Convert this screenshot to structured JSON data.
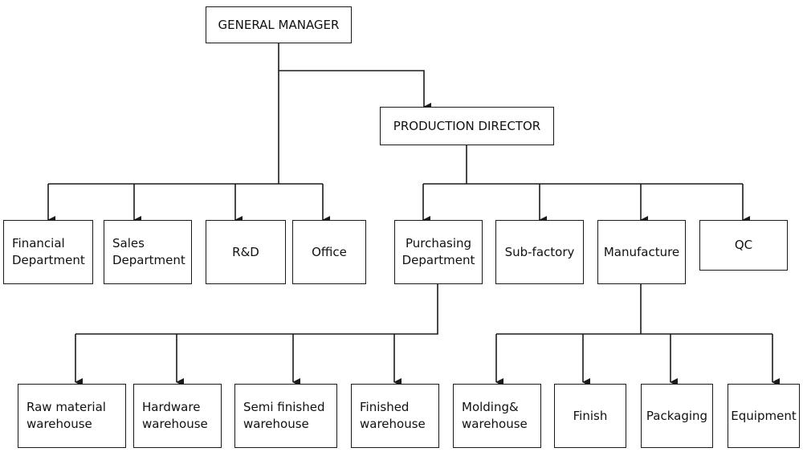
{
  "nodes": {
    "general_manager": "GENERAL MANAGER",
    "production_director": "PRODUCTION DIRECTOR",
    "financial_department": "Financial\nDepartment",
    "sales_department": "Sales\nDepartment",
    "rd": "R&D",
    "office": "Office",
    "purchasing_department": "Purchasing\nDepartment",
    "sub_factory": "Sub-factory",
    "manufacture": "Manufacture",
    "qc": "QC",
    "raw_material_warehouse": "Raw material\nwarehouse",
    "hardware_warehouse": "Hardware\nwarehouse",
    "semi_finished_warehouse": "Semi finished\nwarehouse",
    "finished_warehouse": "Finished\nwarehouse",
    "molding_warehouse": "Molding&\nwarehouse",
    "finish": "Finish",
    "packaging": "Packaging",
    "equipment": "Equipment"
  }
}
